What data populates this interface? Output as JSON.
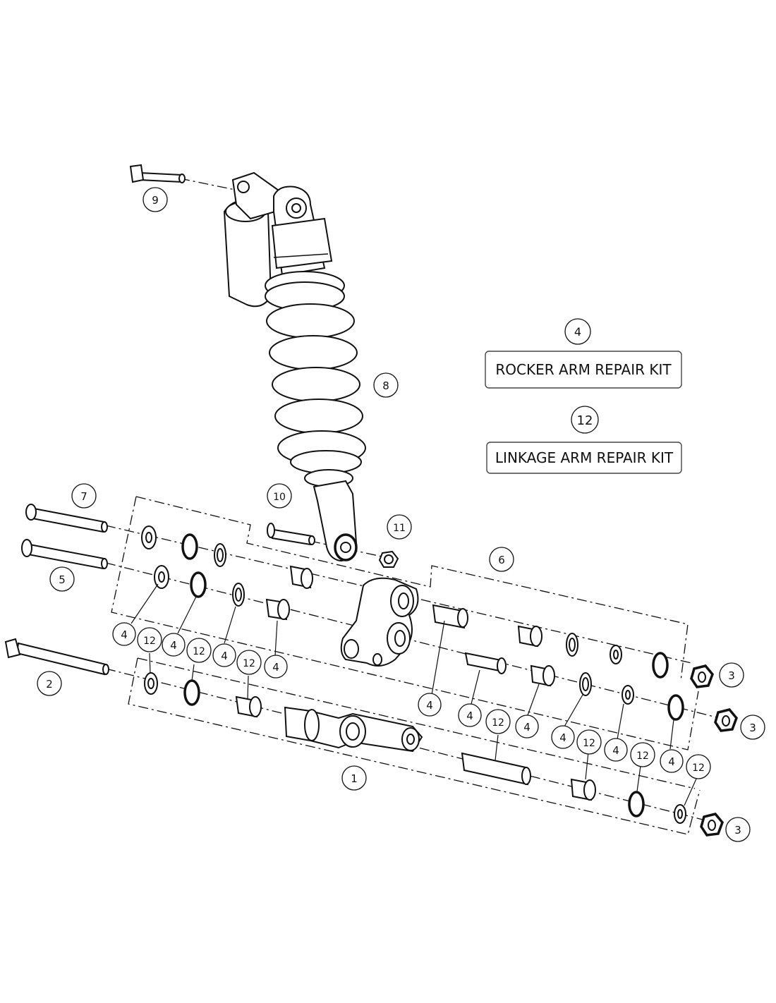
{
  "kits": [
    {
      "number": "4",
      "label": "ROCKER ARM REPAIR KIT"
    },
    {
      "number": "12",
      "label": "LINKAGE ARM REPAIR KIT"
    }
  ],
  "callouts": {
    "c1": "1",
    "c2": "2",
    "c3a": "3",
    "c3b": "3",
    "c3c": "3",
    "c4a": "4",
    "c4b": "4",
    "c4c": "4",
    "c4d": "4",
    "c4e": "4",
    "c4f": "4",
    "c4g": "4",
    "c4h": "4",
    "c4i": "4",
    "c4j": "4",
    "c4k": "4",
    "c5": "5",
    "c6": "6",
    "c7": "7",
    "c8": "8",
    "c9": "9",
    "c10": "10",
    "c11": "11",
    "c12a": "12",
    "c12b": "12",
    "c12c": "12",
    "c12d": "12",
    "c12e": "12",
    "c12f": "12",
    "c12g": "12"
  }
}
